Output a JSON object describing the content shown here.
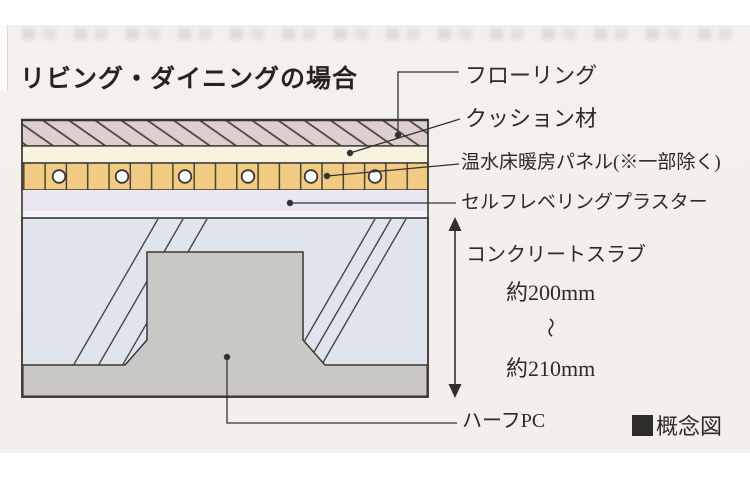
{
  "title": "リビング・ダイニングの場合",
  "layers": [
    {
      "name": "flooring",
      "label": "フローリング",
      "color": "#dccfce"
    },
    {
      "name": "cushion",
      "label": "クッション材",
      "color": "#f7f3de"
    },
    {
      "name": "heating_panel",
      "label": "温水床暖房パネル(※一部除く)",
      "color": "#f1cb84"
    },
    {
      "name": "plaster",
      "label": "セルフレベリングプラスター",
      "color": "#eae6f2"
    },
    {
      "name": "concrete_slab",
      "label": "コンクリートスラブ",
      "color": "#e0e4ec"
    },
    {
      "name": "half_pc",
      "label": "ハーフPC",
      "color": "#c9c8c4"
    }
  ],
  "slab_dimension": {
    "min": "約200mm",
    "range_mark": "～",
    "max": "約210mm"
  },
  "legend": {
    "marker": "■",
    "label": "概念図"
  },
  "colors": {
    "outline": "#3a3634",
    "hatch_line": "#46403c",
    "leader_line": "#333333",
    "pipe_fill": "#ffffff",
    "text": "#2d2a27",
    "legend_square": "#2e2b2b",
    "photo_background": "#f3f0ec"
  }
}
